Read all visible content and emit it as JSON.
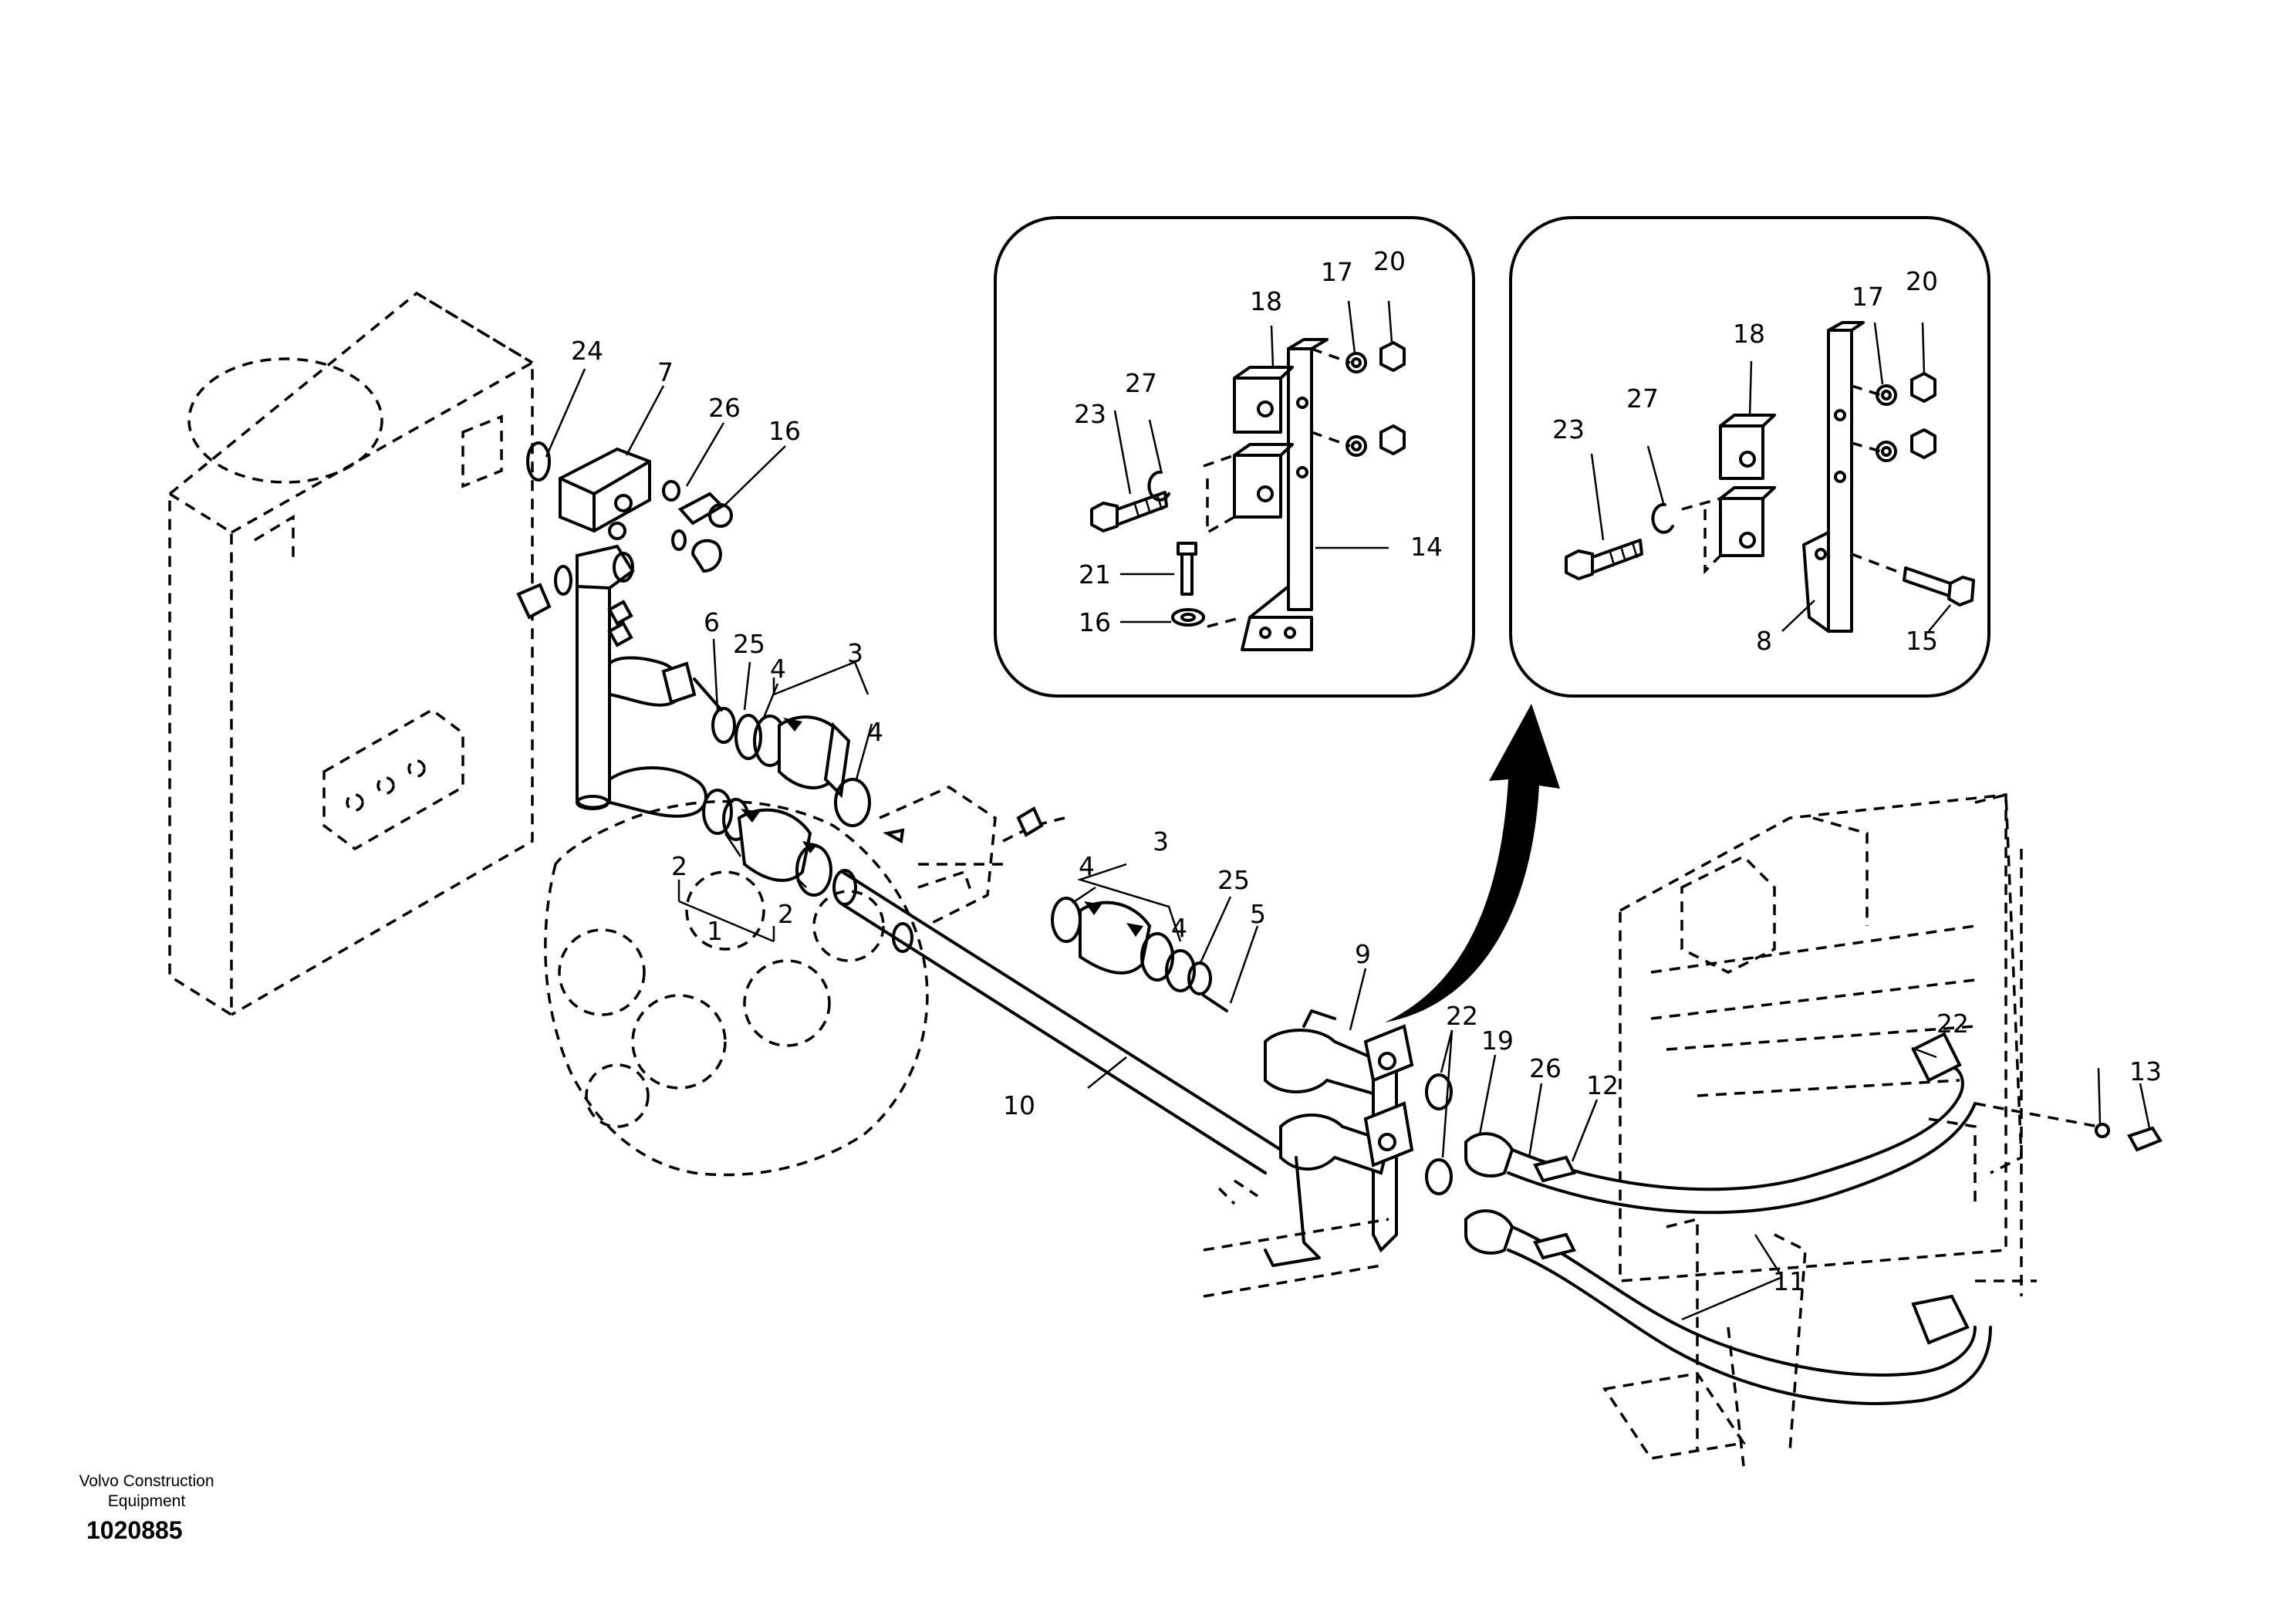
{
  "brand": {
    "line1": "Volvo Construction",
    "line2": "Equipment"
  },
  "document_number": "1020885",
  "callouts": {
    "c1": "1",
    "c2a": "2",
    "c2b": "2",
    "c3a": "3",
    "c3b": "3",
    "c4a": "4",
    "c4b": "4",
    "c4c": "4",
    "c4d": "4",
    "c5": "5",
    "c6": "6",
    "c7": "7",
    "c8": "8",
    "c9": "9",
    "c10": "10",
    "c11": "11",
    "c12": "12",
    "c13": "13",
    "c14": "14",
    "c15": "15",
    "c16a": "16",
    "c16b": "16",
    "c17a": "17",
    "c17b": "17",
    "c18a": "18",
    "c18b": "18",
    "c19": "19",
    "c20a": "20",
    "c20b": "20",
    "c21": "21",
    "c22a": "22",
    "c22b": "22",
    "c23a": "23",
    "c23b": "23",
    "c24": "24",
    "c25a": "25",
    "c25b": "25",
    "c26a": "26",
    "c26b": "26",
    "c27a": "27",
    "c27b": "27"
  }
}
